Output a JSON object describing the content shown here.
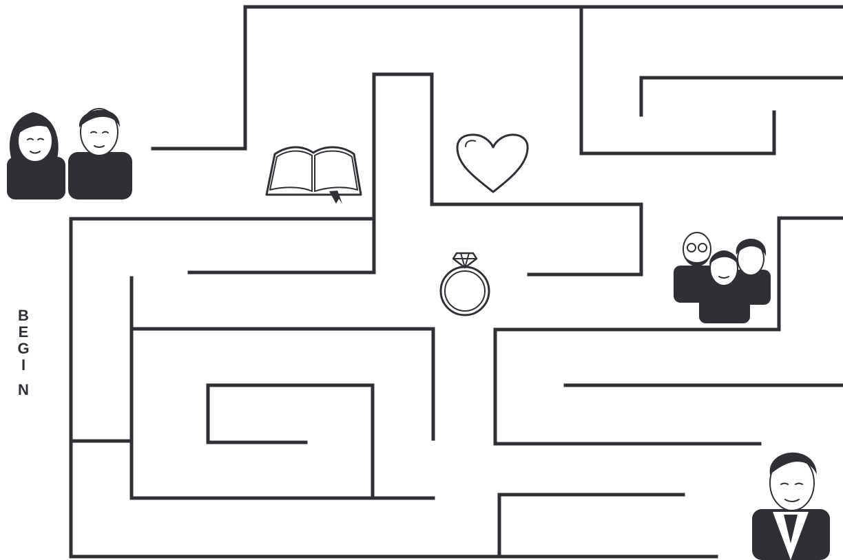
{
  "maze": {
    "begin_label": [
      "B",
      "E",
      "G",
      "I",
      "N"
    ],
    "wall_color": "#2e3035",
    "icons": {
      "couple": "couple-icon",
      "book": "open-book-icon",
      "heart": "heart-icon",
      "ring": "diamond-ring-icon",
      "family": "family-icon",
      "officiant": "officiant-icon"
    }
  }
}
